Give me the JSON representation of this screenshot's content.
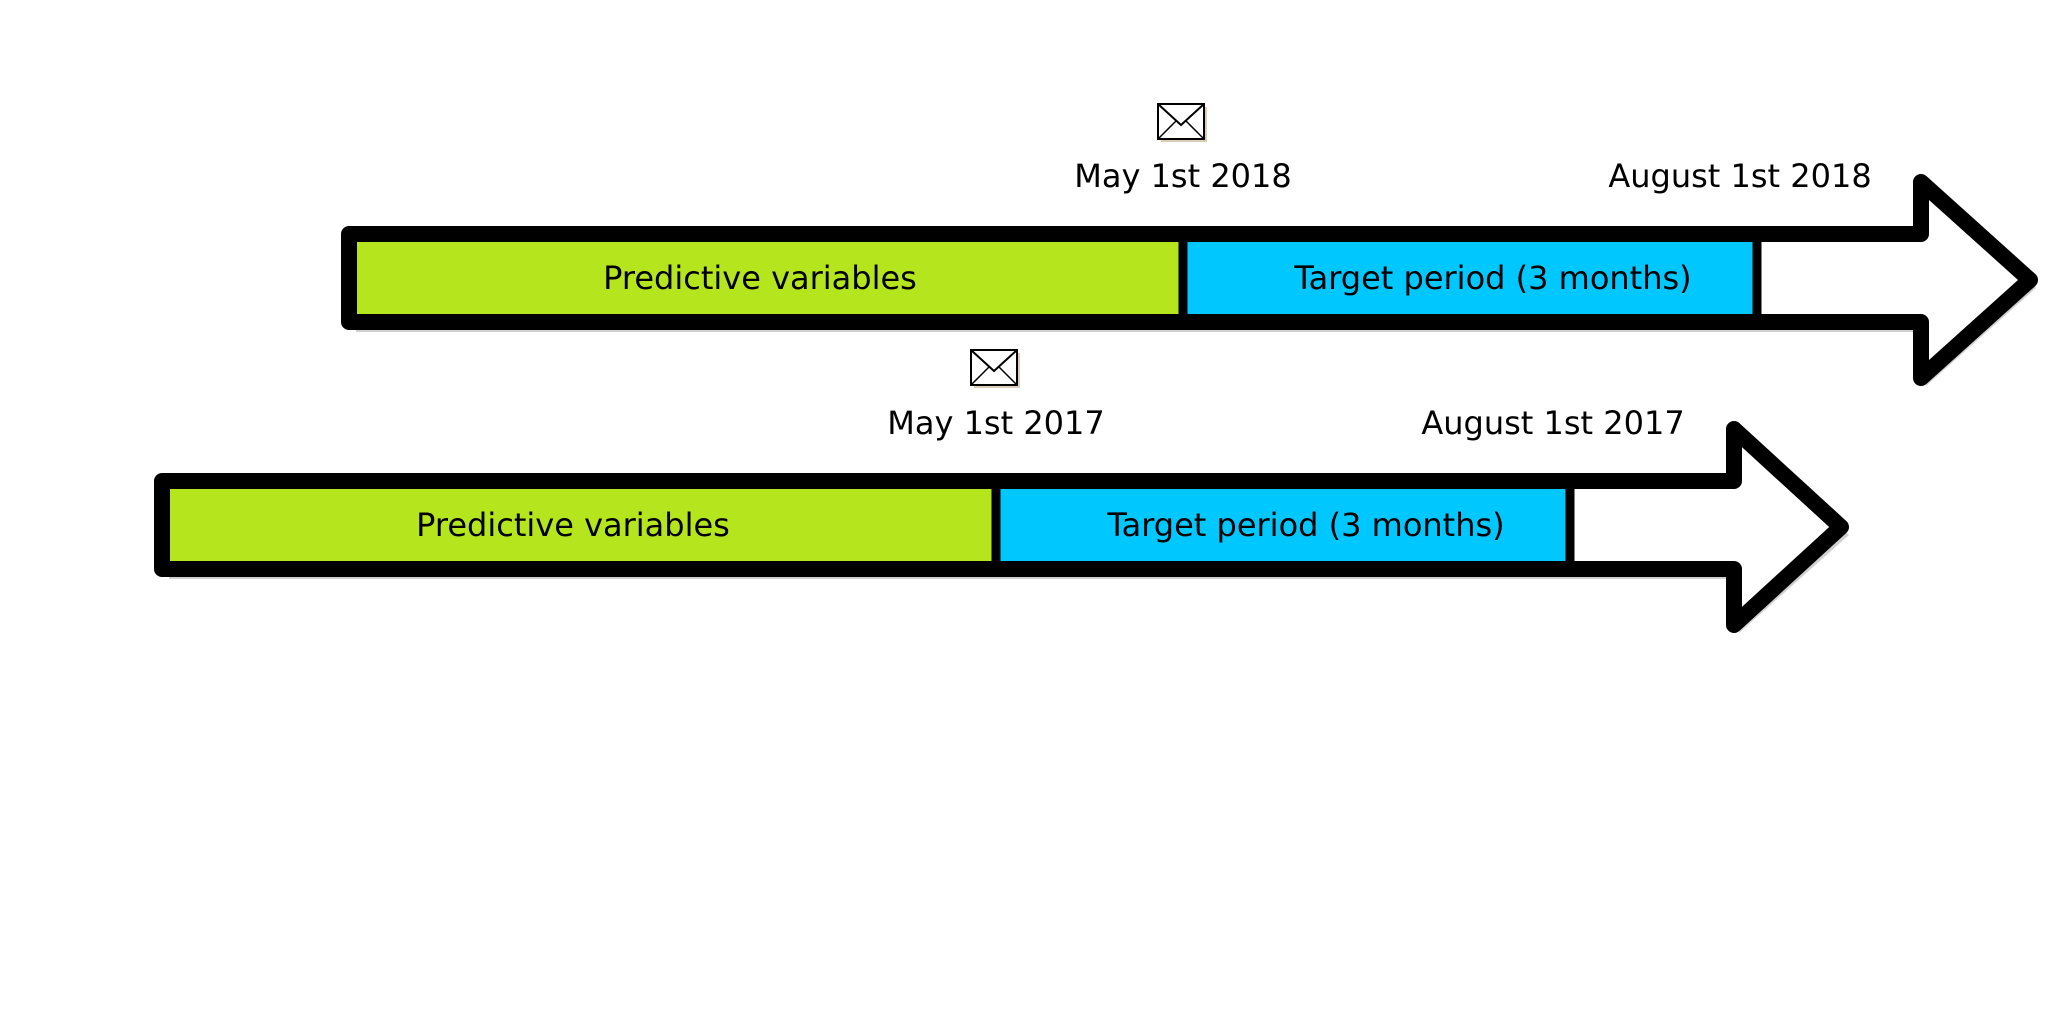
{
  "colors": {
    "predictive": "#b5e61d",
    "target": "#00c8ff",
    "outline": "#000000",
    "arrow_fill": "#ffffff",
    "shadow": "#c8c8c8"
  },
  "icons": {
    "email": "envelope-icon"
  },
  "timelines": [
    {
      "email_icon": "envelope-icon",
      "start_date": "May 1st 2018",
      "end_date": "August 1st 2018",
      "predictive_label": "Predictive variables",
      "target_label": "Target period (3 months)"
    },
    {
      "email_icon": "envelope-icon",
      "start_date": "May 1st 2017",
      "end_date": "August 1st 2017",
      "predictive_label": "Predictive variables",
      "target_label": "Target period (3 months)"
    }
  ]
}
